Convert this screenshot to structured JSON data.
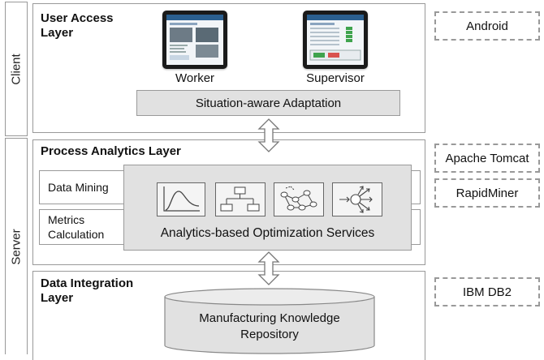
{
  "tiers": {
    "client": "Client",
    "server": "Server"
  },
  "user_access_layer": {
    "title_line1": "User Access",
    "title_line2": "Layer",
    "devices": [
      {
        "label": "Worker",
        "icon": "tablet-worker-app-icon"
      },
      {
        "label": "Supervisor",
        "icon": "tablet-supervisor-app-icon"
      }
    ],
    "adaptation": "Situation-aware Adaptation"
  },
  "process_analytics_layer": {
    "title": "Process Analytics Layer",
    "components": [
      "Data Mining",
      "Metrics",
      "Calculation"
    ],
    "services": "Analytics-based Optimization Services",
    "service_icons": [
      "line-chart-icon",
      "hierarchy-chart-icon",
      "network-graph-icon",
      "flow-distribution-icon"
    ]
  },
  "data_integration_layer": {
    "title_line1": "Data Integration",
    "title_line2": "Layer",
    "repository_line1": "Manufacturing Knowledge",
    "repository_line2": "Repository",
    "repository_icon": "database-cylinder-icon"
  },
  "technologies": [
    "Android",
    "Apache Tomcat",
    "RapidMiner",
    "IBM DB2"
  ],
  "colors": {
    "box_fill": "#e1e1e1",
    "border": "#999999",
    "arrow": "#777777"
  }
}
